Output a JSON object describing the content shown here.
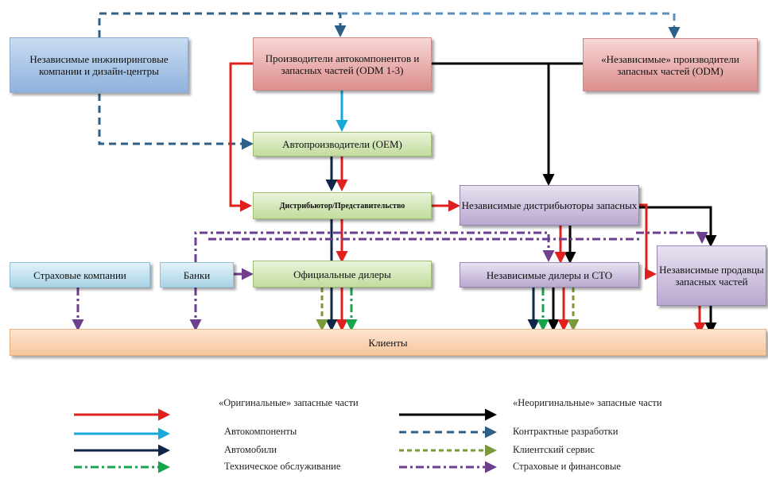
{
  "nodes": {
    "eng": "Независимые инжиниринговые компании и дизайн-центры",
    "odm_prod": "Производители автокомпонентов и запасных частей (ODM 1-3)",
    "odm_indep": "«Независимые» производители запасных частей (ODM)",
    "oem": "Автопроизводители (OEM)",
    "distrib": "Дистрибьютор/Представительство",
    "indep_distrib": "Независимые дистрибьюторы запасных",
    "indep_sellers": "Независимые продавцы запасных частей",
    "insurance": "Страховые компании",
    "banks": "Банки",
    "official": "Официальные дилеры",
    "indep_dealers": "Независимые дилеры и СТО",
    "clients": "Клиенты"
  },
  "legend": [
    {
      "label": "«Оригинальные» запасные части",
      "color": "#e0201f",
      "style": "solid"
    },
    {
      "label": "Автокомпоненты",
      "color": "#16a8d8",
      "style": "solid"
    },
    {
      "label": "Автомобили",
      "color": "#0e2648",
      "style": "solid"
    },
    {
      "label": "Техническое обслуживание",
      "color": "#18a34d",
      "style": "dashdot"
    },
    {
      "label": "«Неоригинальные» запасные части",
      "color": "#000000",
      "style": "solid"
    },
    {
      "label": "Контрактные разработки",
      "color": "#2e5f86",
      "style": "dashed"
    },
    {
      "label": "Клиентский сервис",
      "color": "#7a9a3a",
      "style": "dashed"
    },
    {
      "label": "Страховые и финансовые",
      "color": "#6e3f8e",
      "style": "dashdot"
    }
  ],
  "colors": {
    "red": "#e0201f",
    "cyan": "#16a8d8",
    "navy": "#0e2648",
    "green": "#18a34d",
    "black": "#000000",
    "contract": "#2e5f86",
    "olive": "#7a9a3a",
    "purple": "#6e3f8e"
  }
}
